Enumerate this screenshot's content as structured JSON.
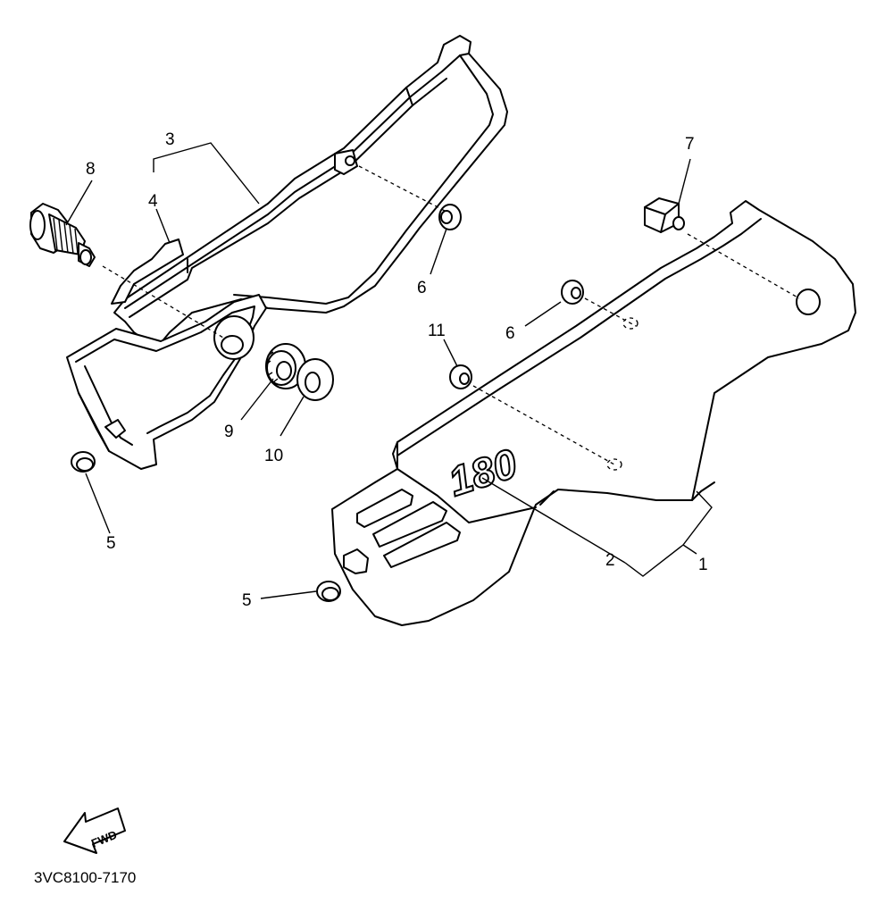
{
  "callouts": {
    "c1": "1",
    "c2": "2",
    "c3": "3",
    "c4": "4",
    "c5a": "5",
    "c5b": "5",
    "c6a": "6",
    "c6b": "6",
    "c7": "7",
    "c8": "8",
    "c9": "9",
    "c10": "10",
    "c11": "11"
  },
  "emblem_text": "180",
  "fwd_label": "FWD",
  "diagram_code": "3VC8100-7170"
}
